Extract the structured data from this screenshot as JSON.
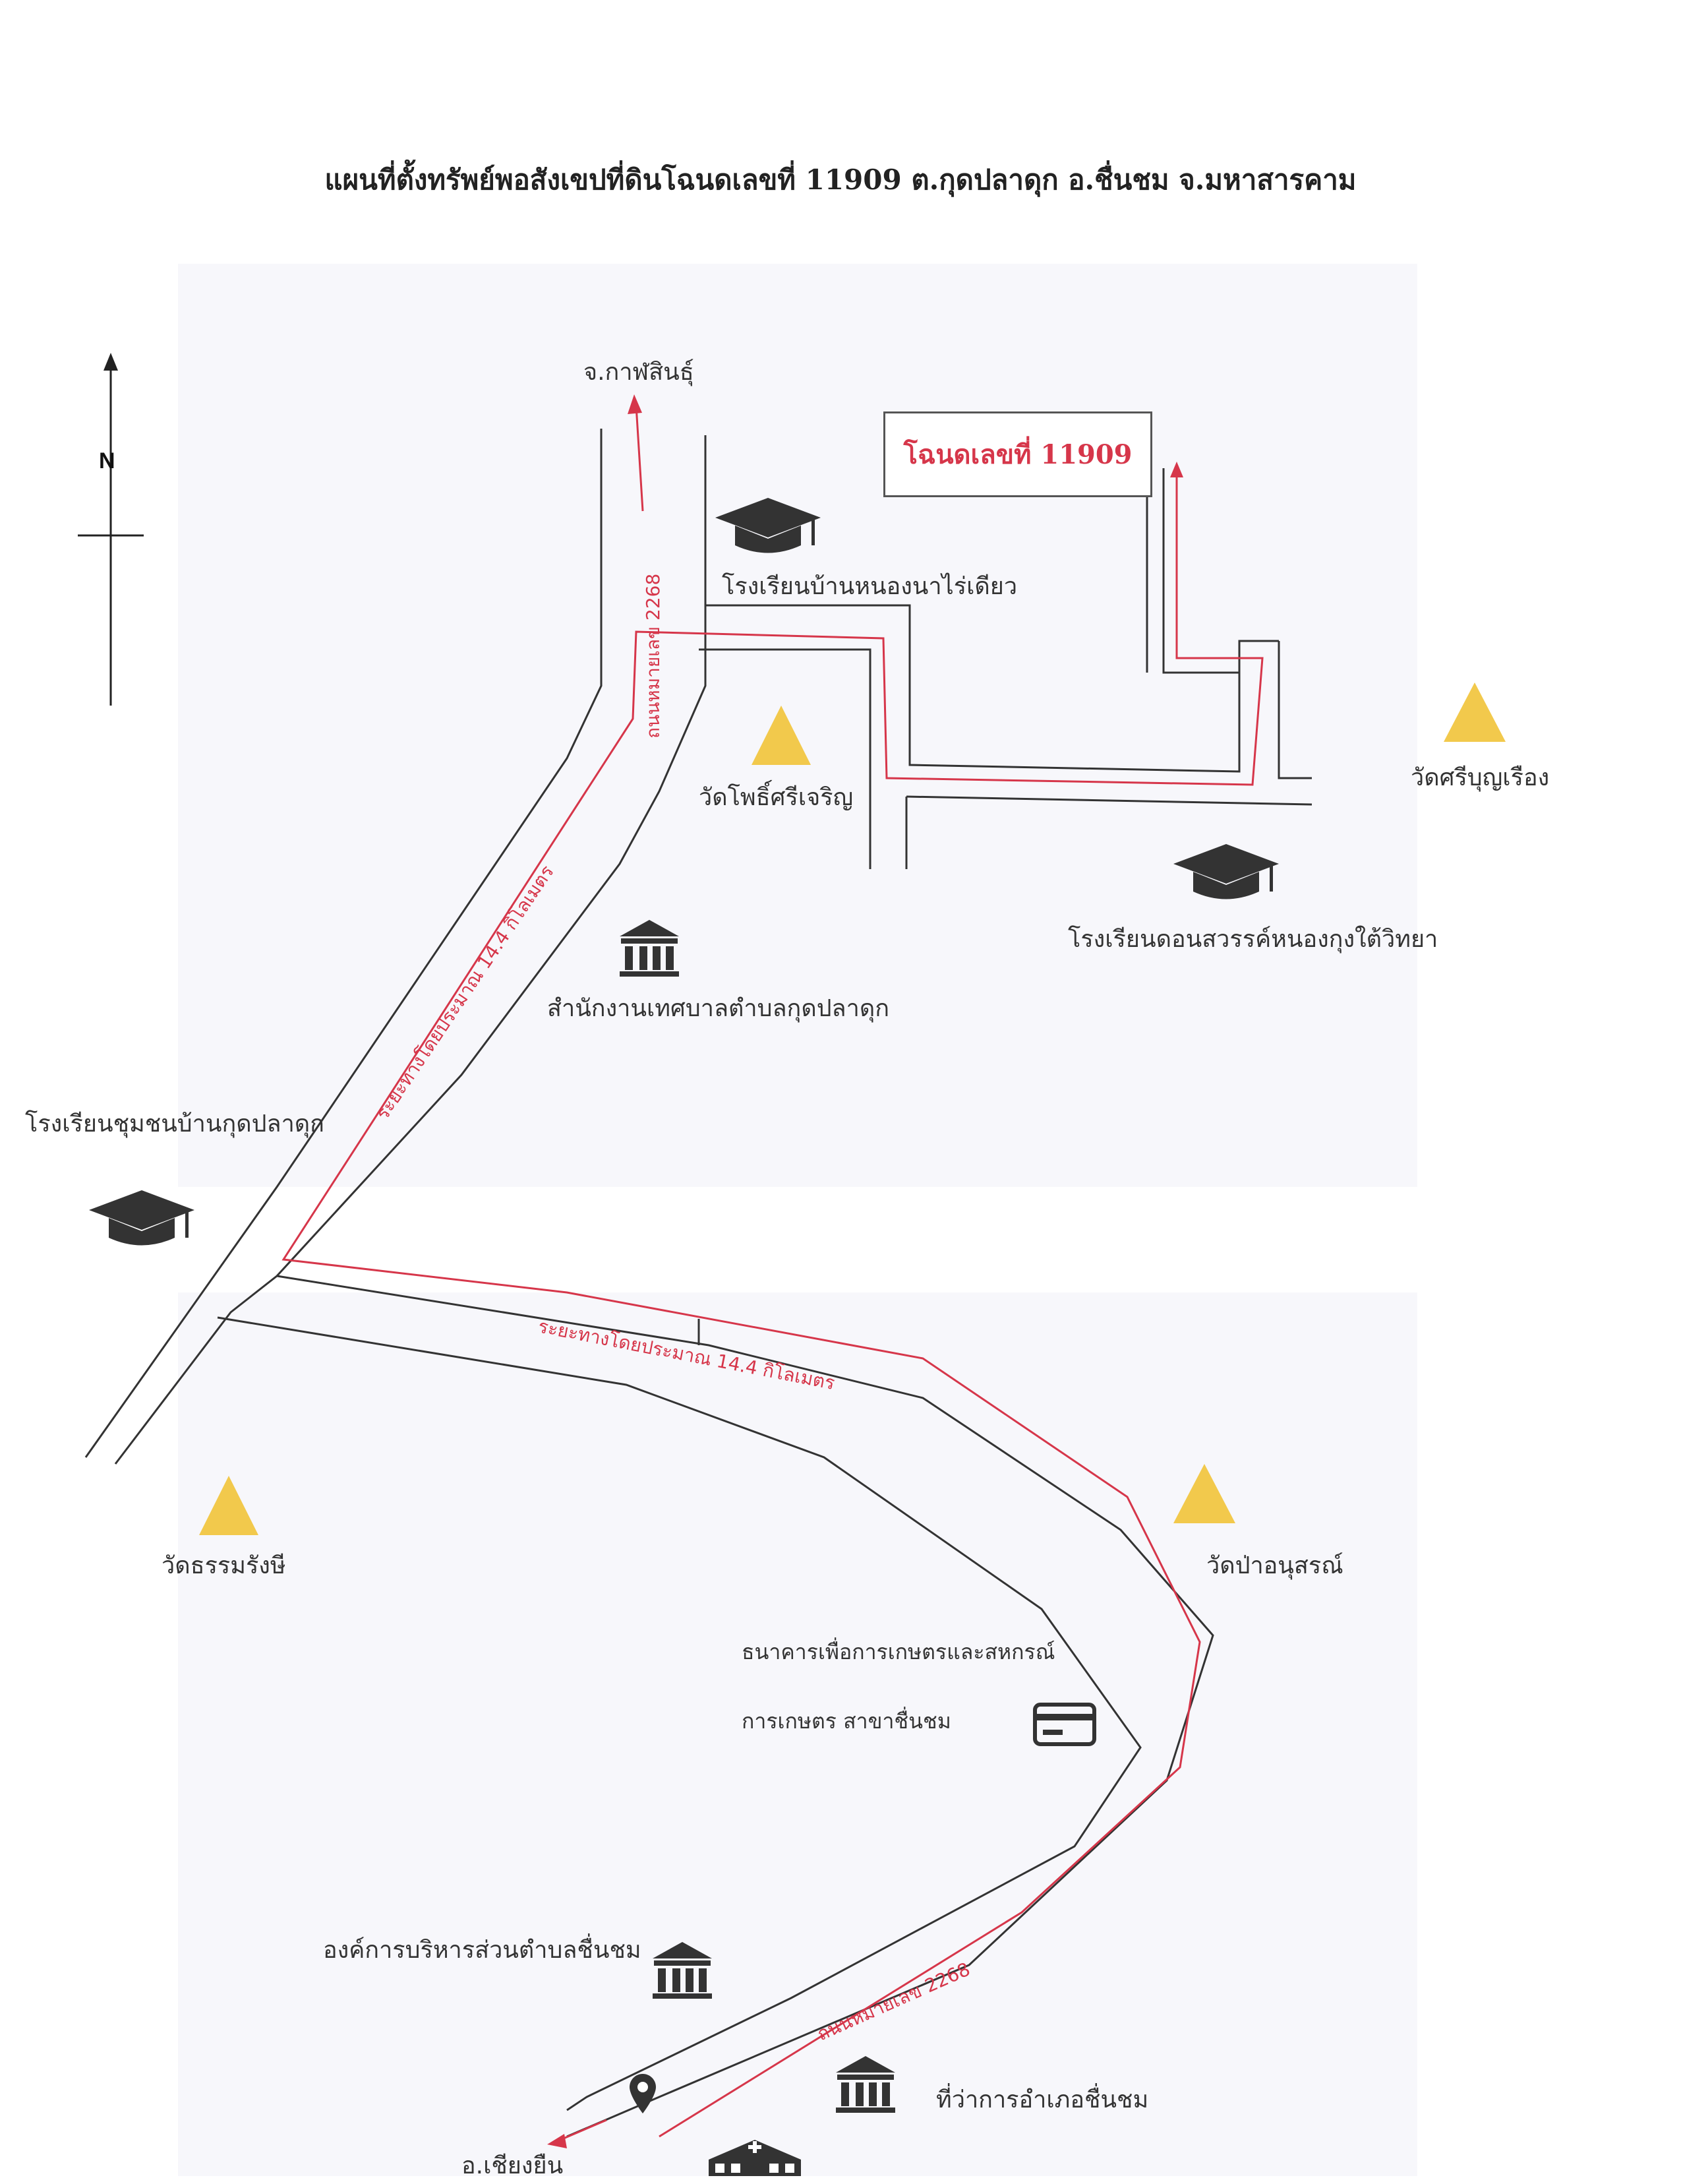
{
  "title": "แผนที่ตั้งทรัพย์พอสังเขปที่ดินโฉนดเลขที่ 11909 ต.กุดปลาดุก อ.ชื่นชม จ.มหาสารคาม",
  "compass": {
    "label": "N"
  },
  "deed_box": {
    "label": "โฉนดเลขที่ 11909"
  },
  "destinations": {
    "north": "จ.กาฬสินธุ์",
    "south": "อ.เชียงยืน"
  },
  "road_labels": {
    "route_upper": "ถนนหมายเลข 2268",
    "route_lower": "ถนนหมายเลข 2268",
    "distance_upper": "ระยะทางโดยประมาณ 14.4 กิโลเมตร",
    "distance_lower": "ระยะทางโดยประมาณ 14.4 กิโลเมตร"
  },
  "landmarks": {
    "school_nong_na_rai_diao": "โรงเรียนบ้านหนองนาไร่เดียว",
    "wat_pho_si_charoen": "วัดโพธิ์ศรีเจริญ",
    "wat_si_bun_rueang": "วัดศรีบุญเรือง",
    "school_don_sawan": "โรงเรียนดอนสวรรค์หนองกุงใต้วิทยา",
    "municipal_office": "สำนักงานเทศบาลตำบลกุดปลาดุก",
    "school_community": "โรงเรียนชุมชนบ้านกุดปลาดุก",
    "wat_tham_rangsi": "วัดธรรมรังษี",
    "wat_pa_anuson": "วัดป่าอนุสรณ์",
    "bank_line1": "ธนาคารเพื่อการเกษตรและสหกรณ์",
    "bank_line2": "การเกษตร สาขาชื่นชม",
    "sao_office": "องค์การบริหารส่วนตำบลชื่นชม",
    "district_office": "ที่ว่าการอำเภอชื่นชม"
  },
  "colors": {
    "route": "#d6364a",
    "road": "#333333",
    "temple": "#f2c94c",
    "icon": "#333333"
  },
  "icons": [
    "north-arrow-icon",
    "graduation-cap-icon",
    "temple-triangle-icon",
    "government-building-icon",
    "bank-card-icon",
    "location-pin-icon",
    "hospital-icon"
  ]
}
